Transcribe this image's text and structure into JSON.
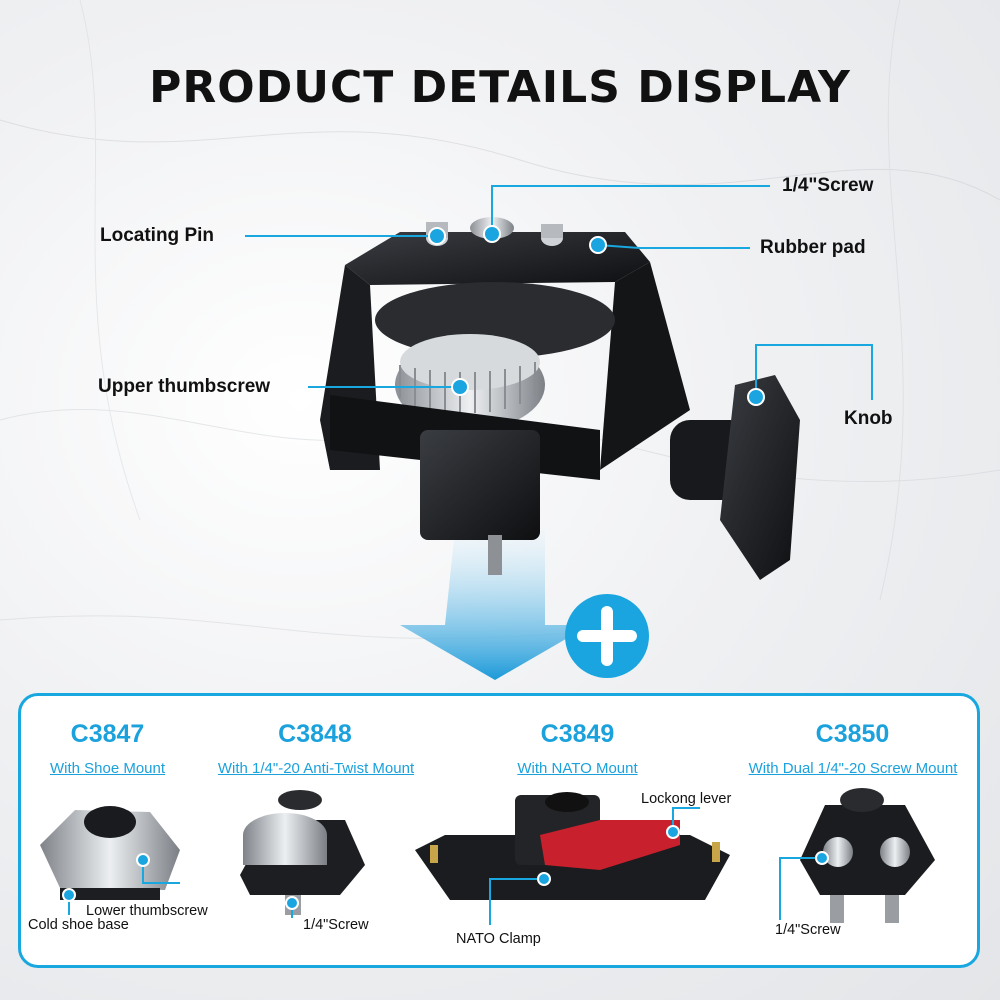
{
  "title": "PRODUCT DETAILS DISPLAY",
  "callouts": {
    "screw": "1/4\"Screw",
    "locating_pin": "Locating Pin",
    "rubber_pad": "Rubber pad",
    "upper_thumbscrew": "Upper thumbscrew",
    "knob": "Knob"
  },
  "plus_icon": "plus-icon",
  "accent_color": "#18a7df",
  "models": [
    {
      "code": "C3847",
      "subtitle": "With Shoe Mount",
      "labels": [
        "Lower thumbscrew",
        "Cold shoe base"
      ]
    },
    {
      "code": "C3848",
      "subtitle": "With 1/4\"-20 Anti-Twist Mount",
      "labels": [
        "1/4\"Screw"
      ]
    },
    {
      "code": "C3849",
      "subtitle": "With NATO Mount",
      "labels": [
        "Lockong lever",
        "NATO Clamp"
      ]
    },
    {
      "code": "C3850",
      "subtitle": "With Dual 1/4\"-20 Screw Mount",
      "labels": [
        "1/4\"Screw"
      ]
    }
  ]
}
